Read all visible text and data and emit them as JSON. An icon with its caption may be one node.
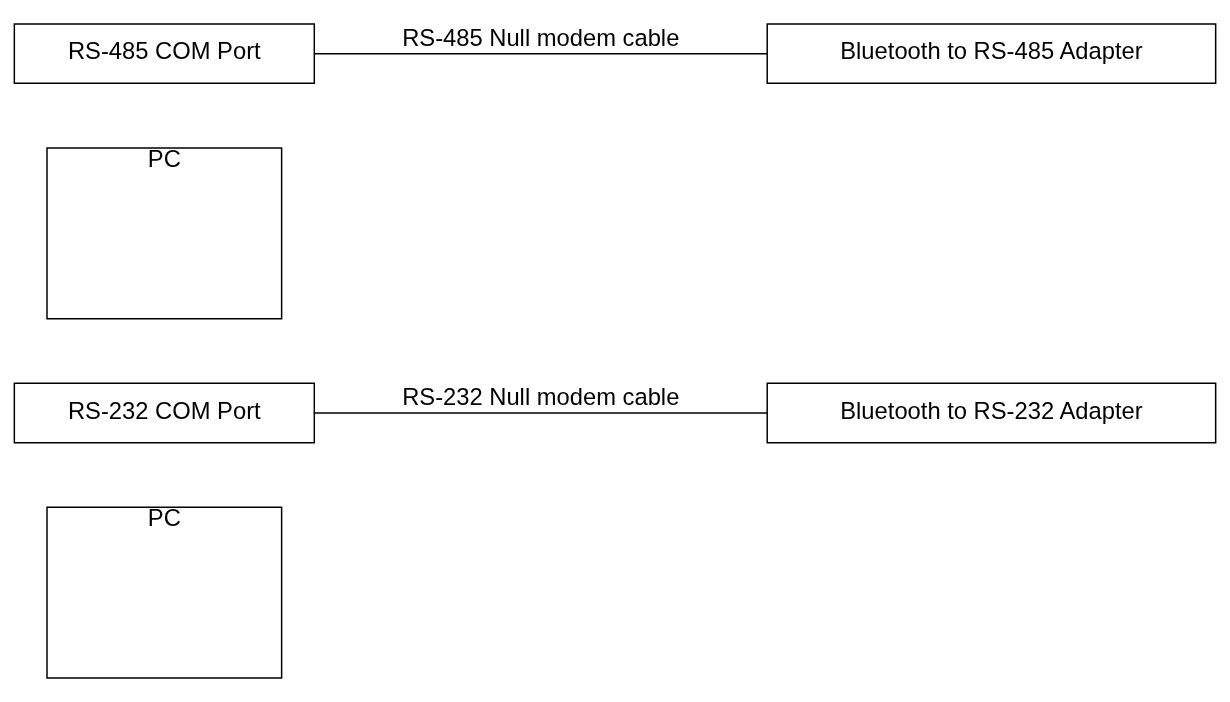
{
  "diagram": {
    "nodes": [
      {
        "text": [
          "PC"
        ]
      },
      {
        "text": [
          "RS-232 COM Port"
        ]
      },
      {
        "text": [
          "Bluetooth to RS-232 Adapter"
        ]
      },
      {
        "text": [
          "PC"
        ]
      },
      {
        "text": [
          "RS-485 COM Port"
        ]
      },
      {
        "text": [
          "Bluetooth to RS-485 Adapter"
        ]
      }
    ],
    "edges": [
      {
        "from": 1,
        "to": 2,
        "arrow": "none",
        "label": "RS-232 Null modem cable"
      },
      {
        "from": 4,
        "to": 5,
        "arrow": "none",
        "label": "RS-485 Null modem cable"
      }
    ]
  }
}
